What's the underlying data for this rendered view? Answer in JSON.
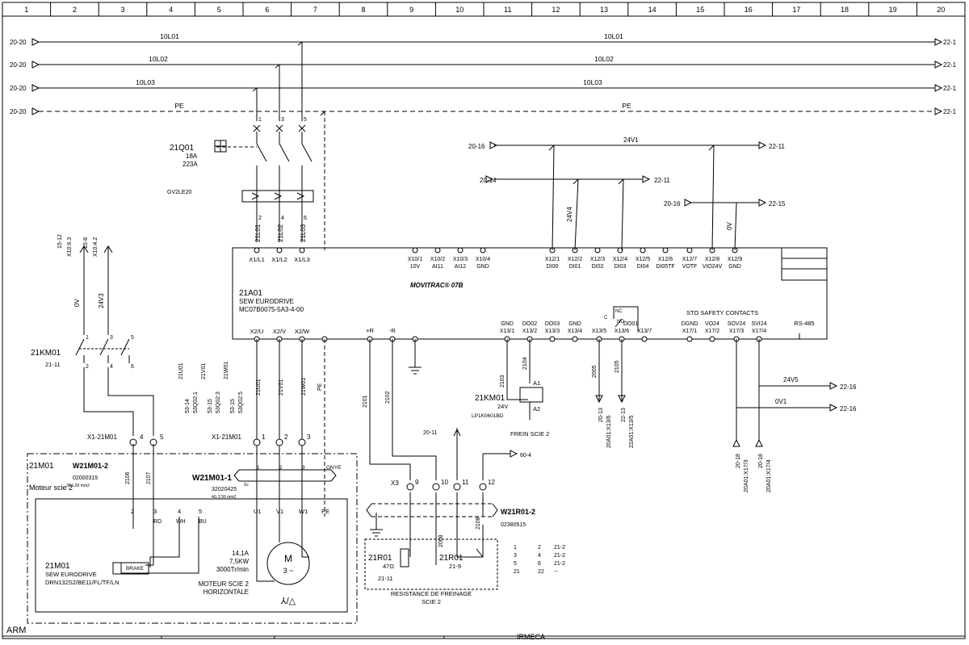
{
  "columns": [
    "1",
    "2",
    "3",
    "4",
    "5",
    "6",
    "7",
    "8",
    "9",
    "10",
    "11",
    "12",
    "13",
    "14",
    "15",
    "16",
    "17",
    "18",
    "19",
    "20"
  ],
  "buses": {
    "l1": {
      "name": "10L01",
      "from": "20-20",
      "to": "22-1"
    },
    "l2": {
      "name": "10L02",
      "from": "20-20",
      "to": "22-1"
    },
    "l3": {
      "name": "10L03",
      "from": "20-20",
      "to": "22-1"
    },
    "pe": {
      "name": "PE",
      "from": "20-20",
      "to": "22-1"
    }
  },
  "breaker": {
    "tag": "21Q01",
    "rating": "18A",
    "rating2": "223A",
    "ref": "GV2LE20",
    "terms": [
      "1",
      "3",
      "5",
      "2",
      "4",
      "6"
    ]
  },
  "wires": {
    "w1": "21L01",
    "w2": "21L02",
    "w3": "21L03",
    "u": "21U01",
    "v": "21V01",
    "w": "21W01",
    "pe": "PE"
  },
  "drive": {
    "tag": "21A01",
    "maker": "SEW EURODRIVE",
    "model": "MC07B0075-5A3-4-00",
    "brand": "MOVITRAC® 07B",
    "top_in": [
      "X1/L1",
      "X1/L2",
      "X1/L3"
    ],
    "x10": [
      {
        "t": "X10/1",
        "s": "10V"
      },
      {
        "t": "X10/2",
        "s": "AI11"
      },
      {
        "t": "X10/3",
        "s": "AI12"
      },
      {
        "t": "X10/4",
        "s": "GND"
      }
    ],
    "x12": [
      {
        "t": "X12/1",
        "s": "DI00"
      },
      {
        "t": "X12/2",
        "s": "DI01"
      },
      {
        "t": "X12/3",
        "s": "DI02"
      },
      {
        "t": "X12/4",
        "s": "DI03"
      },
      {
        "t": "X12/5",
        "s": "DI04"
      },
      {
        "t": "X12/6",
        "s": "DI05TF"
      },
      {
        "t": "X12/7",
        "s": "VOTF"
      },
      {
        "t": "X12/8",
        "s": "VIO24V"
      },
      {
        "t": "X12/9",
        "s": "GND"
      }
    ],
    "bottom_out": [
      "X2/U",
      "X2/V",
      "X2/W"
    ],
    "brake_r": [
      "+R",
      "-R"
    ],
    "x13_sig": [
      "GND",
      "DO02",
      "DO03",
      "GND"
    ],
    "x13": [
      "X13/1",
      "X13/2",
      "X13/3",
      "X13/4",
      "X13/5",
      "X13/6",
      "X13/7"
    ],
    "relay": {
      "c": "C",
      "nc": "NC",
      "no": "NO",
      "do": "DO01"
    },
    "sto_title": "STO SAFETY CONTACTS",
    "x17_sig": [
      "DGND",
      "VO24",
      "SOV24",
      "SVI24"
    ],
    "x17": [
      "X17/1",
      "X17/2",
      "X17/3",
      "X17/4"
    ],
    "rs": "RS-485"
  },
  "control": {
    "v24": "24V1",
    "v24_from": "20-16",
    "v24_to": "22-11",
    "a_from": "20-14",
    "a_to": "22-11",
    "a_wire": "24V4",
    "b_from": "20-16",
    "b_to": "22-15",
    "b_wire": "0V",
    "v5": "24V5",
    "v5_to": "22-16",
    "ov1": "0V1",
    "ov1_to": "22-16"
  },
  "contactor": {
    "tag": "21KM01",
    "ref": "21-11",
    "terms": [
      "1",
      "3",
      "5",
      "2",
      "4",
      "6"
    ],
    "refs": [
      "15-12",
      "X10:6.3",
      "15-8",
      "X10:4.2"
    ],
    "w0": "0V",
    "w24": "24V3"
  },
  "contactor_coil": {
    "tag": "21KM01",
    "volt": "24V",
    "model": "LP1K0601BD",
    "a1": "A1",
    "a2": "A2",
    "w1": "2103",
    "w2": "2104",
    "label": "FREIN SCIE 2"
  },
  "wire_nums": {
    "a": "2101",
    "b": "2102",
    "c": "2005",
    "d": "2105",
    "e": "2106",
    "f": "2107",
    "g": "2008",
    "h": "2108"
  },
  "x13refs": [
    "20-13",
    "20A01:X13/6",
    "22-13",
    "22A01:X13/5"
  ],
  "x17refs": [
    "20-18",
    "20A01:X17/3",
    "20-18",
    "20A01:X17/4"
  ],
  "feedback_refs": [
    "53-14",
    "53Q02:1",
    "53-15",
    "53Q02:3",
    "53-15",
    "53Q02:5"
  ],
  "terminal_km": {
    "label": "X1-21M01",
    "t": [
      "4",
      "5"
    ]
  },
  "terminal_m": {
    "label": "X1-21M01",
    "t": [
      "1",
      "2",
      "3"
    ]
  },
  "terminal_x3": {
    "label": "X3",
    "t": [
      "9",
      "10",
      "11",
      "12"
    ]
  },
  "ref_2011": "20-11",
  "ref_604": "60-4",
  "motor": {
    "tag": "21M01",
    "desc": "Moteur scie 2",
    "tag2": "21M01",
    "maker": "SEW EURODRIVE",
    "model": "DRN132S2/BE11/FL/TF/LN",
    "current": "14,1A",
    "power": "7,5KW",
    "speed": "3000Tr/min",
    "title": "MOTEUR SCIE 2",
    "title2": "HORIZONTALE",
    "m": "M",
    "phase": "3 ~",
    "conn": "⅄/△",
    "brake": "BRAKE",
    "terms": [
      "2",
      "3",
      "4",
      "5",
      "U1",
      "V1",
      "W1",
      "PE"
    ],
    "cols": [
      "RD",
      "WH",
      "BU"
    ]
  },
  "cables": {
    "c1": {
      "tag": "W21M01-2",
      "ref": "02000315",
      "spec": "3G1,50 mm2"
    },
    "c2": {
      "tag": "W21M01-1",
      "ref": "32020425",
      "spec": "4G 2,50 mm2"
    },
    "c3": {
      "tag": "W21R01-2",
      "ref": "02380515"
    },
    "gnye": "GNYE",
    "core": [
      "1",
      "2",
      "3"
    ],
    "sc": "Sc"
  },
  "resistor": {
    "tag": "21R01",
    "value": "47Ω",
    "ref": "21-11",
    "tag2": "21R01",
    "ref2": "21-9",
    "label": "RESISTANCE DE FREINAGE",
    "label2": "SCIE 2",
    "contacts": [
      [
        "1",
        "2",
        "21-2"
      ],
      [
        "3",
        "4",
        "21-2"
      ],
      [
        "5",
        "6",
        "21-2"
      ],
      [
        "21",
        "22",
        "--"
      ]
    ]
  },
  "corner": "ARM",
  "footer": {
    "company": "IRMECA"
  }
}
